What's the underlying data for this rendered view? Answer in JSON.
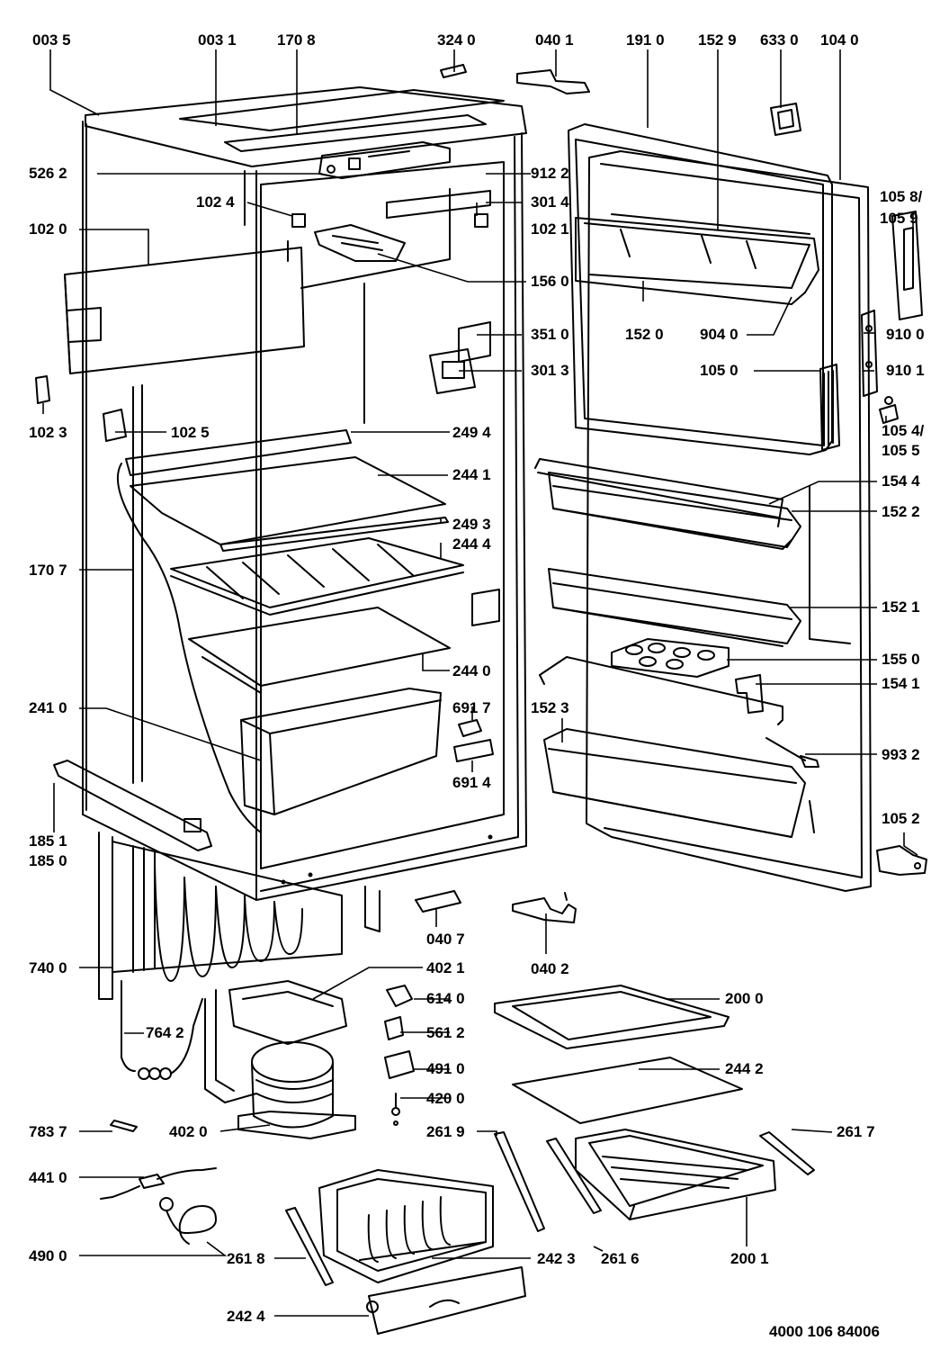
{
  "part_labels": [
    "003 5",
    "003 1",
    "170 8",
    "324 0",
    "040 1",
    "191 0",
    "152 9",
    "633 0",
    "104 0",
    "526 2",
    "912 2",
    "301 4",
    "102 4",
    "102 1",
    "102 0",
    "105 8/",
    "105 9",
    "156 0",
    "351 0",
    "152 0",
    "904 0",
    "910 0",
    "301 3",
    "105 0",
    "910 1",
    "102 3",
    "102 5",
    "249 4",
    "105 4/",
    "105 5",
    "244 1",
    "154 4",
    "249 3",
    "152 2",
    "244 4",
    "170 7",
    "152 1",
    "155 0",
    "244 0",
    "154 1",
    "241 0",
    "691 7",
    "152 3",
    "993 2",
    "691 4",
    "185 1",
    "185 0",
    "105 2",
    "040 7",
    "040 2",
    "740 0",
    "402 1",
    "614 0",
    "200 0",
    "561 2",
    "764 2",
    "491 0",
    "244 2",
    "420 0",
    "783 7",
    "402 0",
    "261 9",
    "261 7",
    "441 0",
    "261 8",
    "242 3",
    "261 6",
    "200 1",
    "490 0",
    "242 4"
  ],
  "drawing_number": "4000 106 84006"
}
